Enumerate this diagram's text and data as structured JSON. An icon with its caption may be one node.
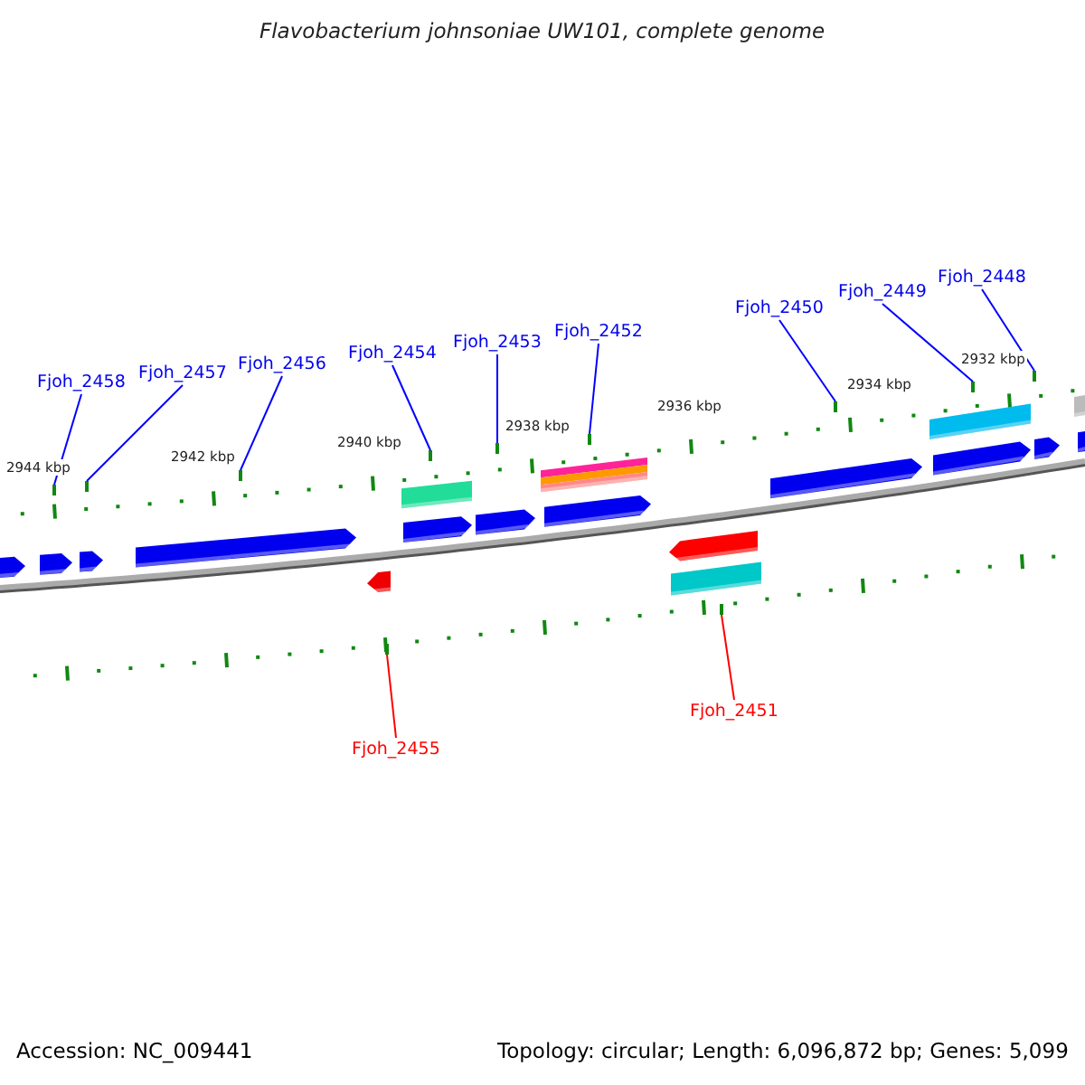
{
  "diagram": {
    "title": "Flavobacterium johnsoniae UW101, complete genome",
    "nodes": [
      {
        "text": [
          "Fjoh_2458"
        ]
      },
      {
        "text": [
          "Fjoh_2457"
        ]
      },
      {
        "text": [
          "Fjoh_2456"
        ]
      },
      {
        "text": [
          "Fjoh_2454"
        ]
      },
      {
        "text": [
          "Fjoh_2453"
        ]
      },
      {
        "text": [
          "Fjoh_2452"
        ]
      },
      {
        "text": [
          "Fjoh_2450"
        ]
      },
      {
        "text": [
          "Fjoh_2449"
        ]
      },
      {
        "text": [
          "Fjoh_2448"
        ]
      },
      {
        "text": [
          "Fjoh_2455"
        ]
      },
      {
        "text": [
          "Fjoh_2451"
        ]
      },
      {
        "text": [],
        "shape": "tick"
      },
      {
        "text": [],
        "shape": "tick"
      },
      {
        "text": [],
        "shape": "tick"
      },
      {
        "text": [],
        "shape": "tick"
      },
      {
        "text": [],
        "shape": "tick"
      },
      {
        "text": [],
        "shape": "tick"
      },
      {
        "text": [],
        "shape": "tick"
      },
      {
        "text": [],
        "shape": "tick"
      },
      {
        "text": [],
        "shape": "tick"
      },
      {
        "text": [],
        "shape": "tick"
      },
      {
        "text": [],
        "shape": "tick"
      }
    ],
    "edges": [
      {
        "from": 0,
        "to": 11,
        "arrow": "none"
      },
      {
        "from": 1,
        "to": 12,
        "arrow": "none"
      },
      {
        "from": 2,
        "to": 13,
        "arrow": "none"
      },
      {
        "from": 3,
        "to": 14,
        "arrow": "none"
      },
      {
        "from": 4,
        "to": 15,
        "arrow": "none"
      },
      {
        "from": 5,
        "to": 16,
        "arrow": "none"
      },
      {
        "from": 6,
        "to": 17,
        "arrow": "none"
      },
      {
        "from": 7,
        "to": 18,
        "arrow": "none"
      },
      {
        "from": 8,
        "to": 19,
        "arrow": "none"
      },
      {
        "from": 9,
        "to": 20,
        "arrow": "none",
        "color": "#ff0000"
      },
      {
        "from": 10,
        "to": 21,
        "arrow": "none",
        "color": "#ff0000"
      }
    ],
    "labels": [
      "2944 kbp",
      "2942 kbp",
      "2940 kbp",
      "2938 kbp",
      "2936 kbp",
      "2934 kbp",
      "2932 kbp",
      "Accession: NC_009441",
      "Topology: circular; Length: 6,096,872 bp; Genes: 5,099"
    ]
  }
}
